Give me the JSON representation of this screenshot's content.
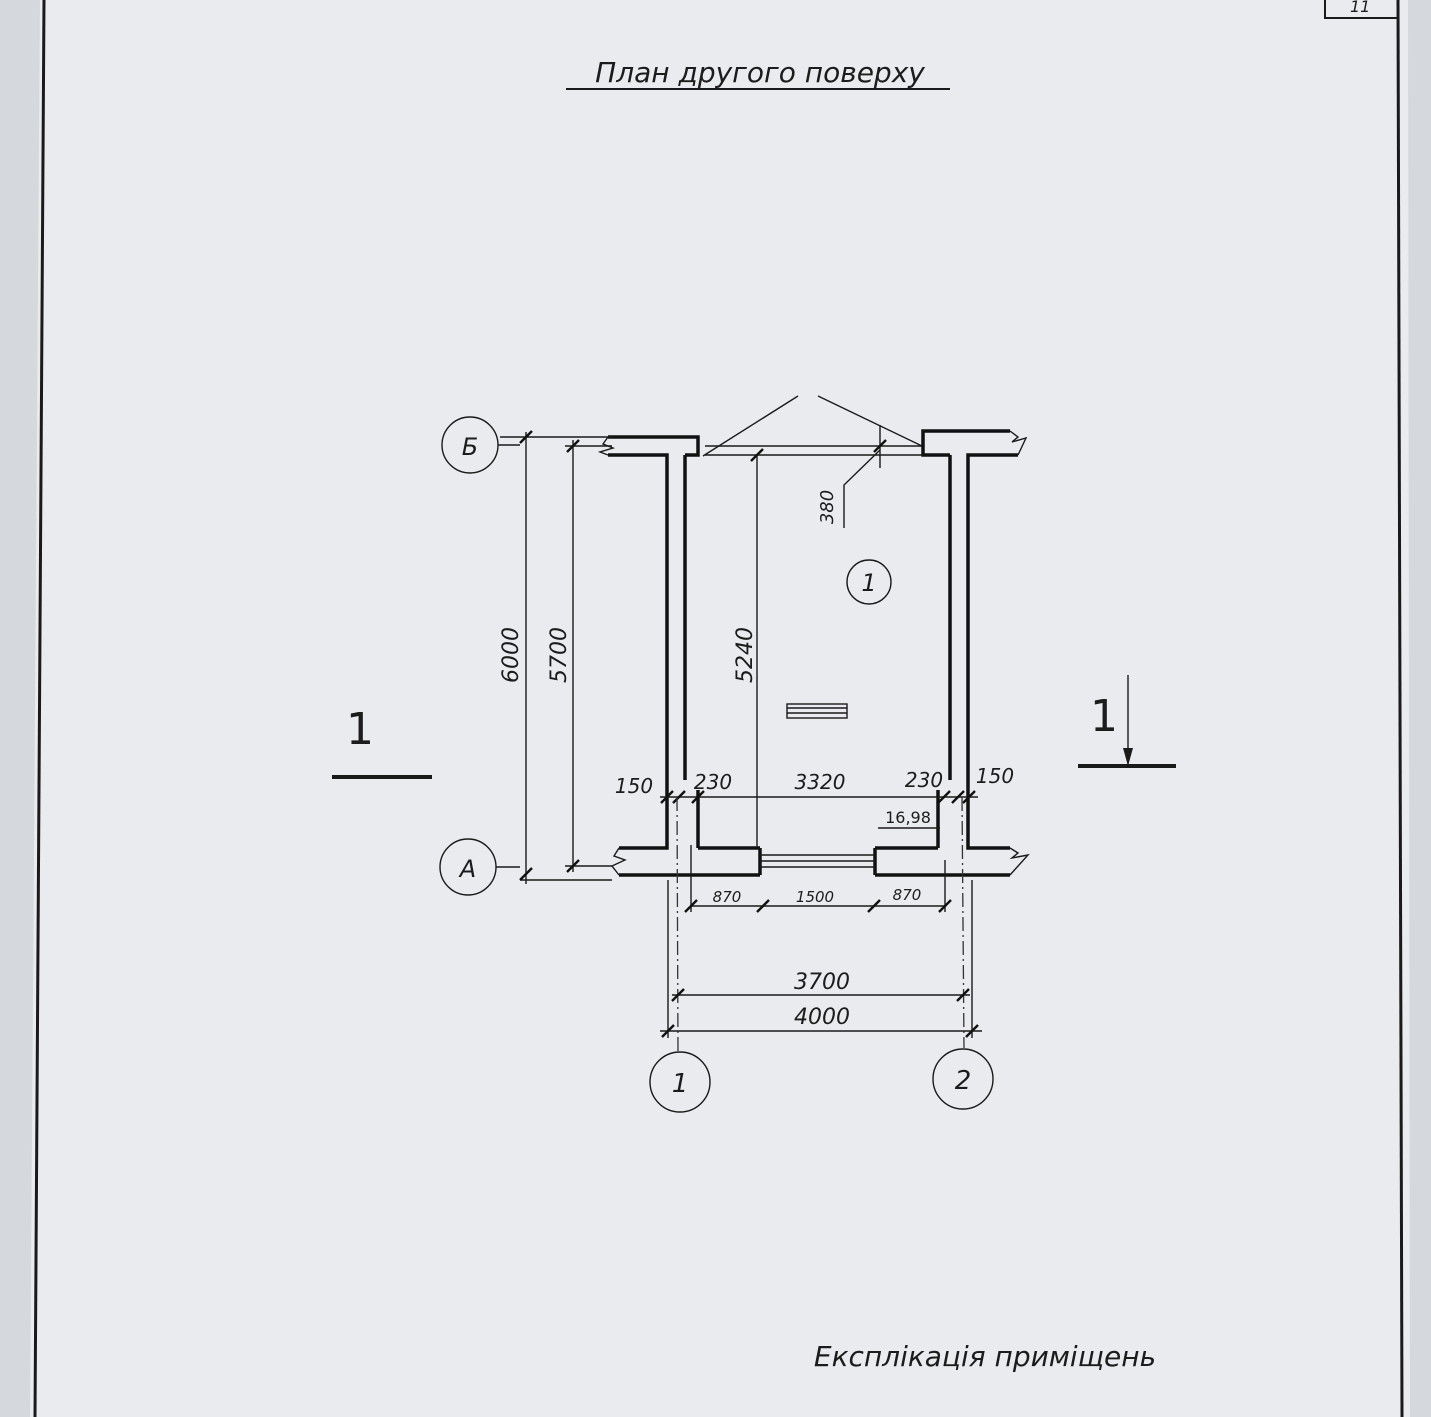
{
  "title": "План другого поверху",
  "corner_number": "11",
  "axes": {
    "rows": [
      "Б",
      "А"
    ],
    "columns": [
      "1",
      "2"
    ]
  },
  "section": {
    "left_label": "1",
    "right_label": "1"
  },
  "room_number": "1",
  "dimensions": {
    "vertical": [
      "6000",
      "5700",
      "5240",
      "380"
    ],
    "wall_row": [
      "150",
      "230",
      "3320",
      "230",
      "150"
    ],
    "window_row": [
      "870",
      "1500",
      "870"
    ],
    "span_inner": "3700",
    "span_outer": "4000",
    "area": "16,98"
  },
  "footer": "Експлікація приміщень"
}
